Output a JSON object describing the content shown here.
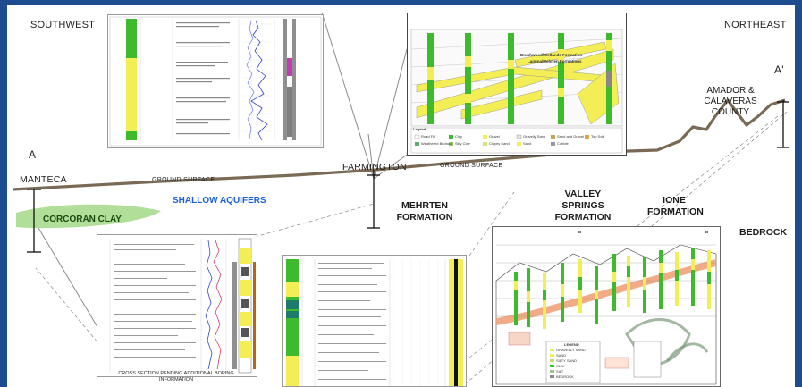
{
  "labels": {
    "southwest": "SOUTHWEST",
    "northeast": "NORTHEAST",
    "a": "A",
    "a_prime": "A'",
    "manteca": "MANTECA",
    "farmington": "FARMINGTON",
    "amador_calaveras": "AMADOR & CALAVERAS COUNTY",
    "ground_surface": "GROUND SURFACE",
    "shallow_aquifers": "SHALLOW AQUIFERS",
    "corcoran_clay": "CORCORAN CLAY",
    "mehrten": "MEHRTEN FORMATION",
    "valley_springs": "VALLEY SPRINGS FORMATION",
    "ione": "IONE FORMATION",
    "bedrock": "BEDROCK",
    "pending": "CROSS SECTION PENDING ADDITIONAL BORING INFORMATION",
    "fence_b": "B",
    "fence_b_prime": "B'"
  },
  "colors": {
    "background": "#1d4c8f",
    "ground_line": "#7a6a55",
    "aquifer_text": "#1b5fd6",
    "corcoran_clay": "#a9dc8e",
    "lithology_sand": "#f3ee55",
    "lithology_clay": "#3dbb2c",
    "lithology_gravel": "#999999",
    "log_trace": "#3344cc"
  },
  "inset_fence": {
    "legend_title": "Legend",
    "legend_items": [
      "Road Fill",
      "Clay",
      "Gravel",
      "Clayey Sand",
      "Sand and Gravel",
      "Top Soil",
      "Weathered Bedrock",
      "Silty Clay",
      "Gravelly Sand",
      "Sand",
      "Cobble"
    ],
    "formation_notes": [
      "Brushwood/Wetlands Formation",
      "Laguna/Mehrten Formations"
    ]
  },
  "inset_ione": {
    "legend_title": "LEGEND",
    "legend_items": [
      "GRAVELLY SAND",
      "SAND",
      "SILTY SAND",
      "CLAY",
      "SILT",
      "BEDROCK"
    ]
  }
}
